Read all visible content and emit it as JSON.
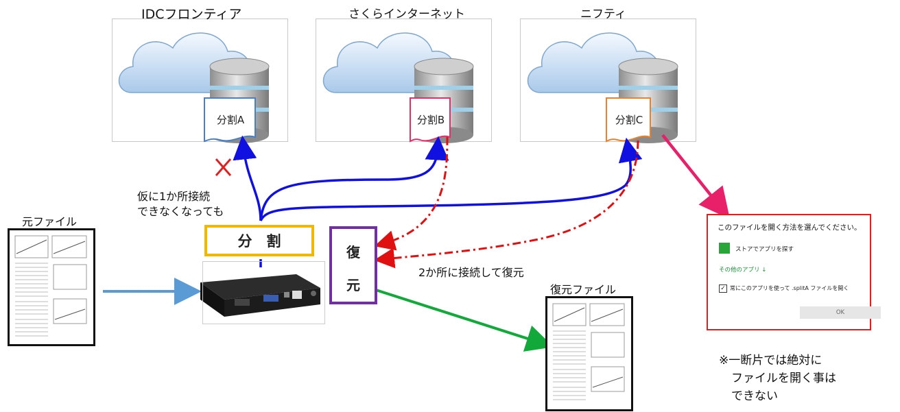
{
  "providers": [
    {
      "name": "IDCフロンティア",
      "fragment": "分割A",
      "fragment_color": "#4a7fc1"
    },
    {
      "name": "さくらインターネット",
      "fragment": "分割B",
      "fragment_color": "#e0306a"
    },
    {
      "name": "ニフティ",
      "fragment": "分割C",
      "fragment_color": "#e8822c"
    }
  ],
  "labels": {
    "source_file": "元ファイル",
    "restored_file": "復元ファイル",
    "split_box": "分　割",
    "restore_box_line1": "復",
    "restore_box_line2": "元",
    "failure_note_line1": "仮に1か所接続",
    "failure_note_line2": "できなくなっても",
    "restore_note": "2か所に接続して復元",
    "footnote_line1": "※一断片では絶対に",
    "footnote_line2": "ファイルを開く事は",
    "footnote_line3": "できない"
  },
  "dialog": {
    "title": "このファイルを開く方法を選んでください。",
    "store_option": "ストアでアプリを探す",
    "more_apps": "その他のアプリ ↓",
    "always_use": "常にこのアプリを使って .splitA ファイルを開く",
    "ok_button": "OK"
  },
  "colors": {
    "upload_arrow": "#1010e0",
    "restore_arrow": "#e01010",
    "output_arrow": "#13a83a",
    "input_arrow": "#5b9bd5",
    "dialog_arrow": "#e8206a",
    "split_border": "#f0b800",
    "restore_border": "#7030a0",
    "fail_mark": "#e02020"
  }
}
